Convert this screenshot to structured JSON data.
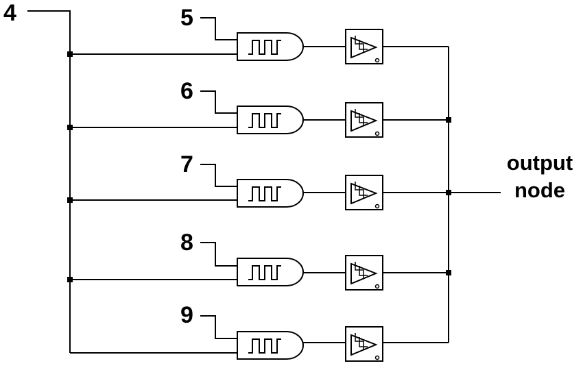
{
  "diagram": {
    "input_label": "4",
    "output_label_line1": "output",
    "output_label_line2": "node",
    "rows": [
      {
        "label": "5"
      },
      {
        "label": "6"
      },
      {
        "label": "7"
      },
      {
        "label": "8"
      },
      {
        "label": "9"
      }
    ]
  }
}
